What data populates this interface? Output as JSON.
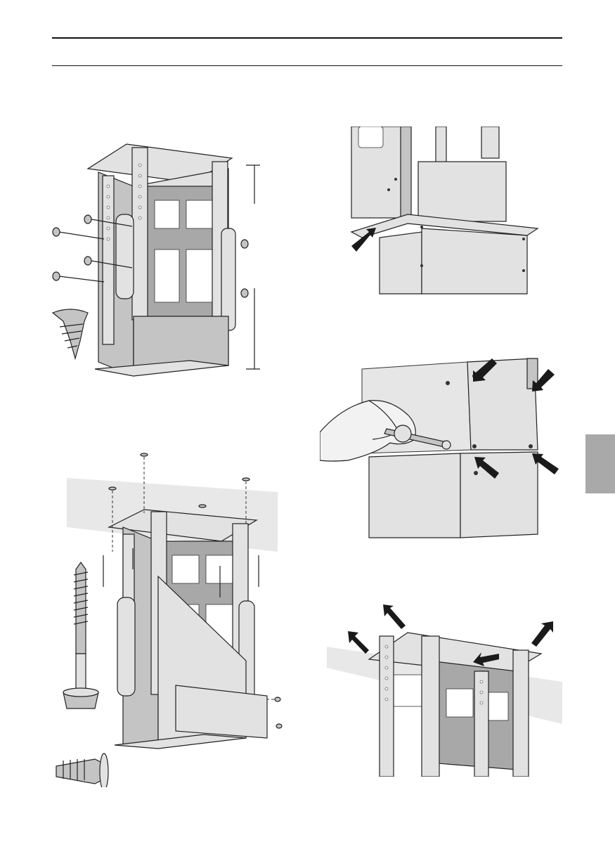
{
  "page": {
    "accent_tab_color": "#a9a9a9",
    "rule_color": "#111111"
  },
  "figures": [
    {
      "id": "fig-1",
      "subject": "frame-with-side-screws",
      "icons": [
        "screw-icon",
        "dimension-arrow-icon"
      ]
    },
    {
      "id": "fig-2",
      "subject": "frame-ceiling-mounting",
      "icons": [
        "lag-bolt-icon",
        "screw-icon",
        "anchor-icon"
      ]
    },
    {
      "id": "fig-3",
      "subject": "chimney-lower-cover",
      "icons": [
        "pointer-arrow-icon"
      ]
    },
    {
      "id": "fig-4",
      "subject": "wrench-tightening",
      "icons": [
        "wrench-icon",
        "hand-icon",
        "pointer-arrow-icon"
      ]
    },
    {
      "id": "fig-5",
      "subject": "frame-top-ceiling",
      "icons": [
        "pointer-arrow-icon"
      ]
    }
  ]
}
